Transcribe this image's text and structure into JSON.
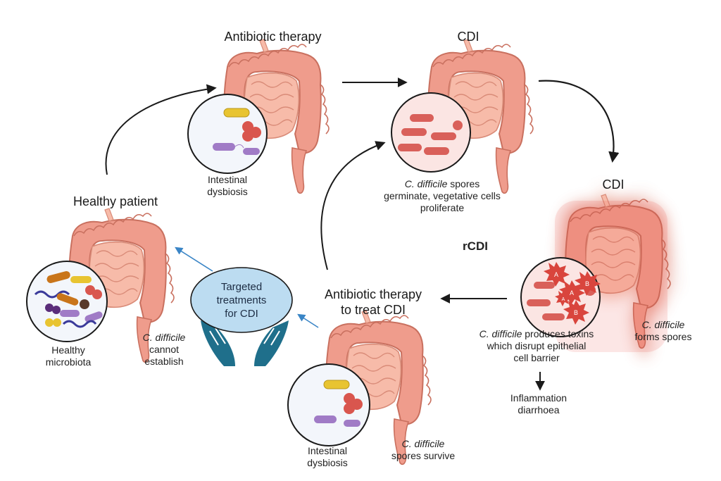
{
  "colors": {
    "intestine": "#ef9c8c",
    "intestine_dark": "#c9705f",
    "small_bowel": "#f7bba9",
    "lens_bg": "#f3f6fb",
    "lens_bg_cdi": "#fbe5e3",
    "arrow_black": "#1a1a1a",
    "arrow_blue": "#3a85c6",
    "treatment_fill": "#bcdcf1",
    "hands": "#1f6f8b",
    "inflamed_glow": "#e8322a",
    "toxin": "#d9453d"
  },
  "stages": {
    "antibiotic": {
      "title": "Antibiotic therapy",
      "caption": "Intestinal\ndysbiosis"
    },
    "cdi_top": {
      "title": "CDI",
      "caption_italic": "C. difficile",
      "caption_rest": " spores",
      "caption_line2": "germinate, vegetative cells",
      "caption_line3": "proliferate"
    },
    "cdi_right": {
      "title": "CDI",
      "toxin_italic": "C. difficile",
      "toxin_rest": " produces toxins",
      "toxin_line2": "which disrupt epithelial",
      "toxin_line3": "cell barrier",
      "spores_italic": "C. difficile",
      "spores_line2": "forms spores",
      "outcome_line1": "Inflammation",
      "outcome_line2": "diarrhoea",
      "toxin_labels": [
        "A",
        "A",
        "B",
        "B",
        "A"
      ]
    },
    "rcdi": {
      "label": "rCDI"
    },
    "retreat": {
      "title_line1": "Antibiotic therapy",
      "title_line2": "to treat CDI",
      "caption": "Intestinal\ndysbiosis",
      "survive_italic": "C. difficile",
      "survive_line2": "spores survive"
    },
    "healthy": {
      "title": "Healthy patient",
      "caption": "Healthy\nmicrobiota",
      "cannot_italic": "C. difficile",
      "cannot_line2": "cannot",
      "cannot_line3": "establish"
    },
    "treatment": {
      "label": "Targeted\ntreatments\nfor CDI"
    }
  }
}
